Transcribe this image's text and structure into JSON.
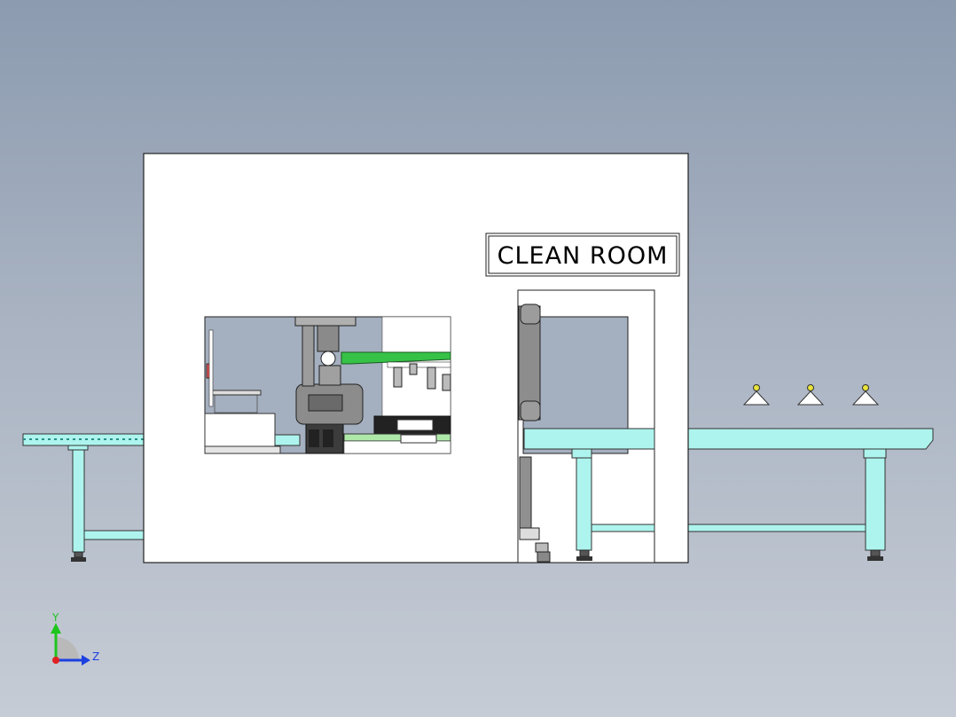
{
  "sign": {
    "text": "CLEAN ROOM"
  },
  "triad": {
    "y_label": "Y",
    "z_label": "Z"
  },
  "colors": {
    "background": "#a4afbf",
    "conveyor": "#aef4ee",
    "conveyor_dark": "#2a8f88",
    "frame": "#ffffff",
    "robot": "#7d7d7d",
    "gripper_rail": "#36c247",
    "axis_y": "#1dc51d",
    "axis_z": "#1c40e0",
    "axis_x": "#e02020"
  }
}
